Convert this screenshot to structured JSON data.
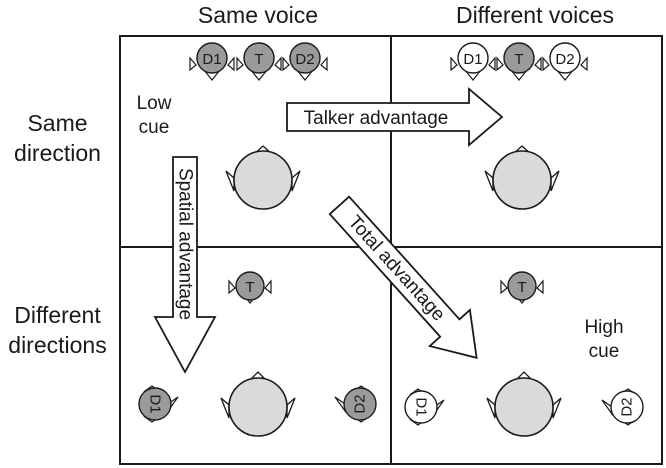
{
  "columns": {
    "left": "Same voice",
    "right": "Different voices"
  },
  "rows": {
    "top": [
      "Same",
      "direction"
    ],
    "bottom": [
      "Different",
      "directions"
    ]
  },
  "cells": {
    "top_left": {
      "note": [
        "Low",
        "cue"
      ]
    },
    "bottom_right": {
      "note": [
        "High",
        "cue"
      ]
    }
  },
  "speakers": {
    "d1": "D1",
    "t": "T",
    "d2": "D2"
  },
  "arrows": {
    "talker": "Talker advantage",
    "spatial": "Spatial advantage",
    "total": "Total advantage"
  },
  "colors": {
    "masker_shaded": "#9a9a9a",
    "target": "#9a9a9a",
    "head": "#dadada",
    "masker_unshaded": "#ffffff",
    "line": "#1a1a1a"
  }
}
